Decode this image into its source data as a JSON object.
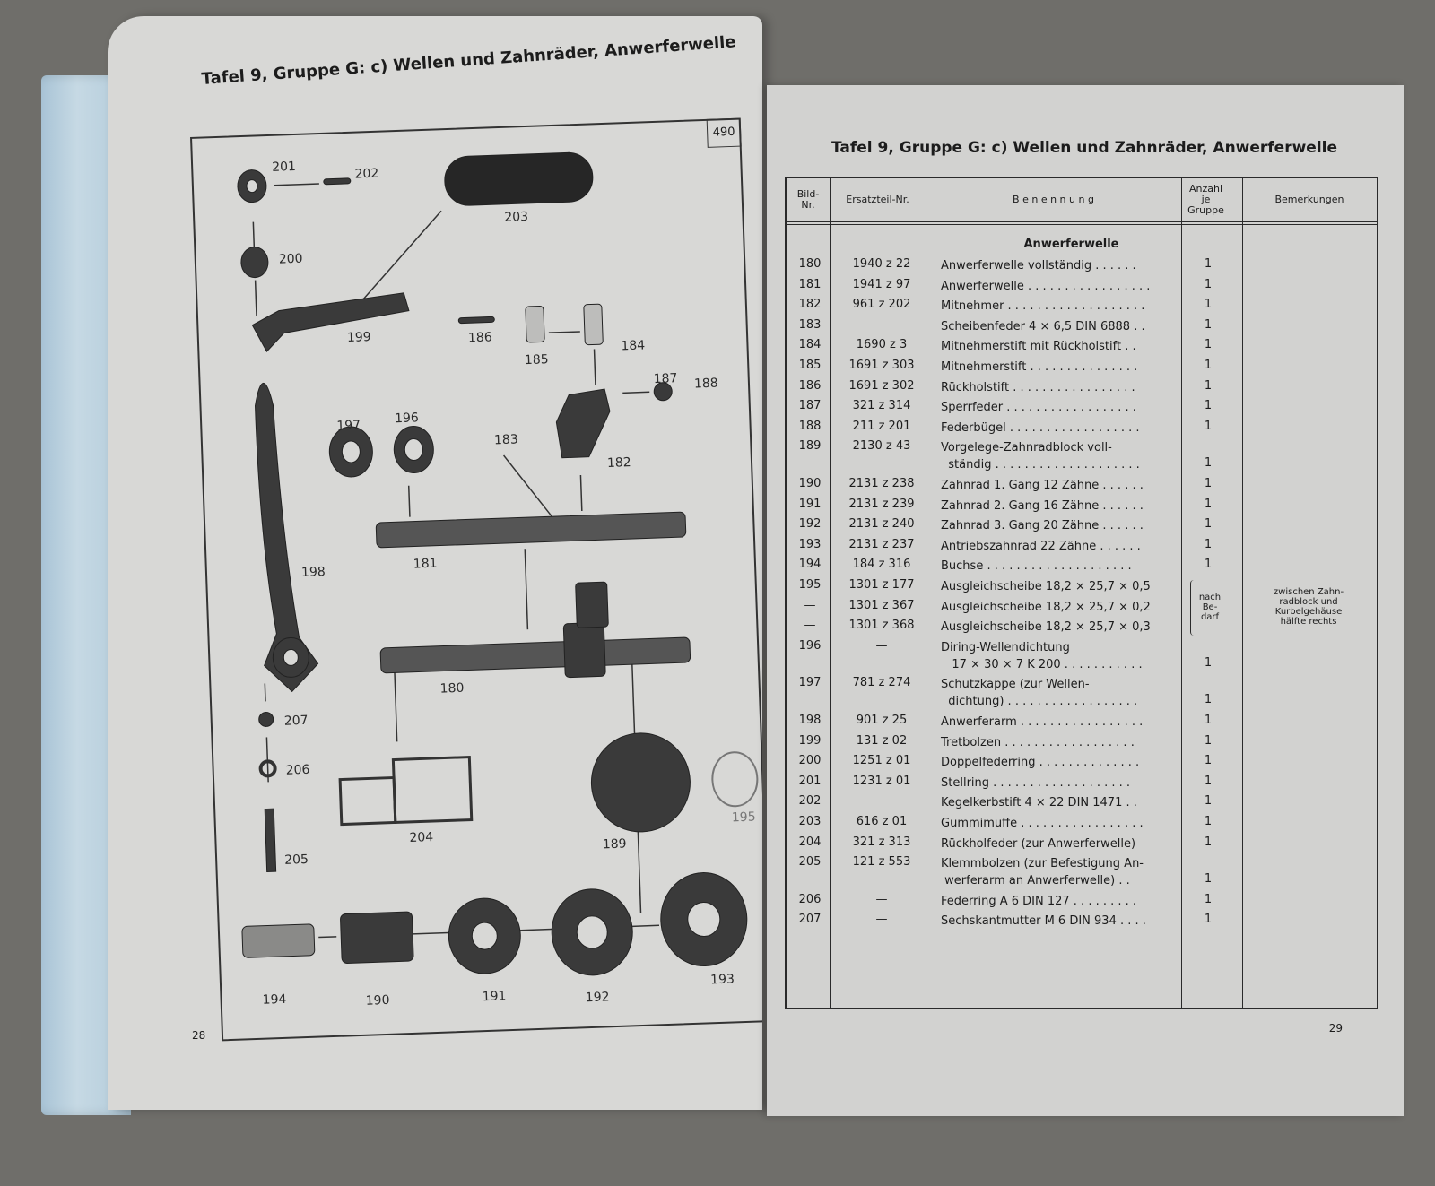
{
  "left_page": {
    "title": "Tafel 9, Gruppe G: c) Wellen und Zahnräder, Anwerferwelle",
    "plate_number": "490",
    "page_number": "28",
    "part_labels": [
      "201",
      "202",
      "203",
      "200",
      "199",
      "186",
      "185",
      "184",
      "187",
      "188",
      "197",
      "196",
      "183",
      "182",
      "198",
      "181",
      "180",
      "207",
      "206",
      "205",
      "204",
      "189",
      "195",
      "194",
      "190",
      "191",
      "192",
      "193"
    ]
  },
  "right_page": {
    "title": "Tafel 9, Gruppe G: c) Wellen und Zahnräder, Anwerferwelle",
    "page_number": "29",
    "headers": {
      "bild": "Bild-\nNr.",
      "ersatzteil": "Ersatzteil-Nr.",
      "benennung": "B e n e n n u n g",
      "anzahl": "Anzahl\nje\nGruppe",
      "bemerkungen": "Bemerkungen"
    },
    "section": "Anwerferwelle",
    "nach_bedarf": "nach\nBe-\ndarf",
    "bemerkung_195": "zwischen Zahn-\nradblock und\nKurbelgehäuse\nhälfte rechts",
    "rows": [
      {
        "bild": "180",
        "nr": "1940 z 22",
        "name": "Anwerferwelle vollständig . . . . . .",
        "anz": "1"
      },
      {
        "bild": "181",
        "nr": "1941 z 97",
        "name": "Anwerferwelle . . . . . . . . . . . . . . . . .",
        "anz": "1"
      },
      {
        "bild": "182",
        "nr": "961 z 202",
        "name": "Mitnehmer . . . . . . . . . . . . . . . . . . .",
        "anz": "1"
      },
      {
        "bild": "183",
        "nr": "—",
        "name": "Scheibenfeder 4 × 6,5 DIN 6888 . .",
        "anz": "1"
      },
      {
        "bild": "184",
        "nr": "1690 z 3",
        "name": "Mitnehmerstift mit Rückholstift . .",
        "anz": "1"
      },
      {
        "bild": "185",
        "nr": "1691 z 303",
        "name": "Mitnehmerstift . . . . . . . . . . . . . . .",
        "anz": "1"
      },
      {
        "bild": "186",
        "nr": "1691 z 302",
        "name": "Rückholstift . . . . . . . . . . . . . . . . .",
        "anz": "1"
      },
      {
        "bild": "187",
        "nr": "321 z 314",
        "name": "Sperrfeder . . . . . . . . . . . . . . . . . .",
        "anz": "1"
      },
      {
        "bild": "188",
        "nr": "211 z 201",
        "name": "Federbügel . . . . . . . . . . . . . . . . . .",
        "anz": "1"
      },
      {
        "bild": "189",
        "nr": "2130 z 43",
        "name": "Vorgelege-Zahnradblock voll-\n  ständig . . . . . . . . . . . . . . . . . . . .",
        "anz": "1"
      },
      {
        "bild": "190",
        "nr": "2131 z 238",
        "name": "Zahnrad 1. Gang 12 Zähne . . . . . .",
        "anz": "1"
      },
      {
        "bild": "191",
        "nr": "2131 z 239",
        "name": "Zahnrad 2. Gang 16 Zähne . . . . . .",
        "anz": "1"
      },
      {
        "bild": "192",
        "nr": "2131 z 240",
        "name": "Zahnrad 3. Gang 20 Zähne . . . . . .",
        "anz": "1"
      },
      {
        "bild": "193",
        "nr": "2131 z 237",
        "name": "Antriebszahnrad 22 Zähne . . . . . .",
        "anz": "1"
      },
      {
        "bild": "194",
        "nr": "184 z 316",
        "name": "Buchse . . . . . . . . . . . . . . . . . . . .",
        "anz": "1"
      },
      {
        "bild": "195",
        "nr": "1301 z 177",
        "name": "Ausgleichscheibe 18,2 × 25,7 × 0,5",
        "anz": ""
      },
      {
        "bild": "—",
        "nr": "1301 z 367",
        "name": "Ausgleichscheibe 18,2 × 25,7 × 0,2",
        "anz": ""
      },
      {
        "bild": "—",
        "nr": "1301 z 368",
        "name": "Ausgleichscheibe 18,2 × 25,7 × 0,3",
        "anz": ""
      },
      {
        "bild": "196",
        "nr": "—",
        "name": "Diring-Wellendichtung\n   17 × 30 × 7 K 200 . . . . . . . . . . .",
        "anz": "1"
      },
      {
        "bild": "197",
        "nr": "781 z 274",
        "name": "Schutzkappe (zur Wellen-\n  dichtung) . . . . . . . . . . . . . . . . . .",
        "anz": "1"
      },
      {
        "bild": "198",
        "nr": "901 z 25",
        "name": "Anwerferarm . . . . . . . . . . . . . . . . .",
        "anz": "1"
      },
      {
        "bild": "199",
        "nr": "131 z 02",
        "name": "Tretbolzen . . . . . . . . . . . . . . . . . .",
        "anz": "1"
      },
      {
        "bild": "200",
        "nr": "1251 z 01",
        "name": "Doppelfederring . . . . . . . . . . . . . .",
        "anz": "1"
      },
      {
        "bild": "201",
        "nr": "1231 z 01",
        "name": "Stellring . . . . . . . . . . . . . . . . . . .",
        "anz": "1"
      },
      {
        "bild": "202",
        "nr": "—",
        "name": "Kegelkerbstift 4 × 22 DIN 1471 . .",
        "anz": "1"
      },
      {
        "bild": "203",
        "nr": "616 z 01",
        "name": "Gummimuffe . . . . . . . . . . . . . . . . .",
        "anz": "1"
      },
      {
        "bild": "204",
        "nr": "321 z 313",
        "name": "Rückholfeder (zur Anwerferwelle)",
        "anz": "1"
      },
      {
        "bild": "205",
        "nr": "121 z 553",
        "name": "Klemmbolzen (zur Befestigung An-\n werferarm an Anwerferwelle) . .",
        "anz": "1"
      },
      {
        "bild": "206",
        "nr": "—",
        "name": "Federring A 6 DIN 127 . . . . . . . . .",
        "anz": "1"
      },
      {
        "bild": "207",
        "nr": "—",
        "name": "Sechskantmutter M 6 DIN 934 . . . .",
        "anz": "1"
      }
    ]
  }
}
